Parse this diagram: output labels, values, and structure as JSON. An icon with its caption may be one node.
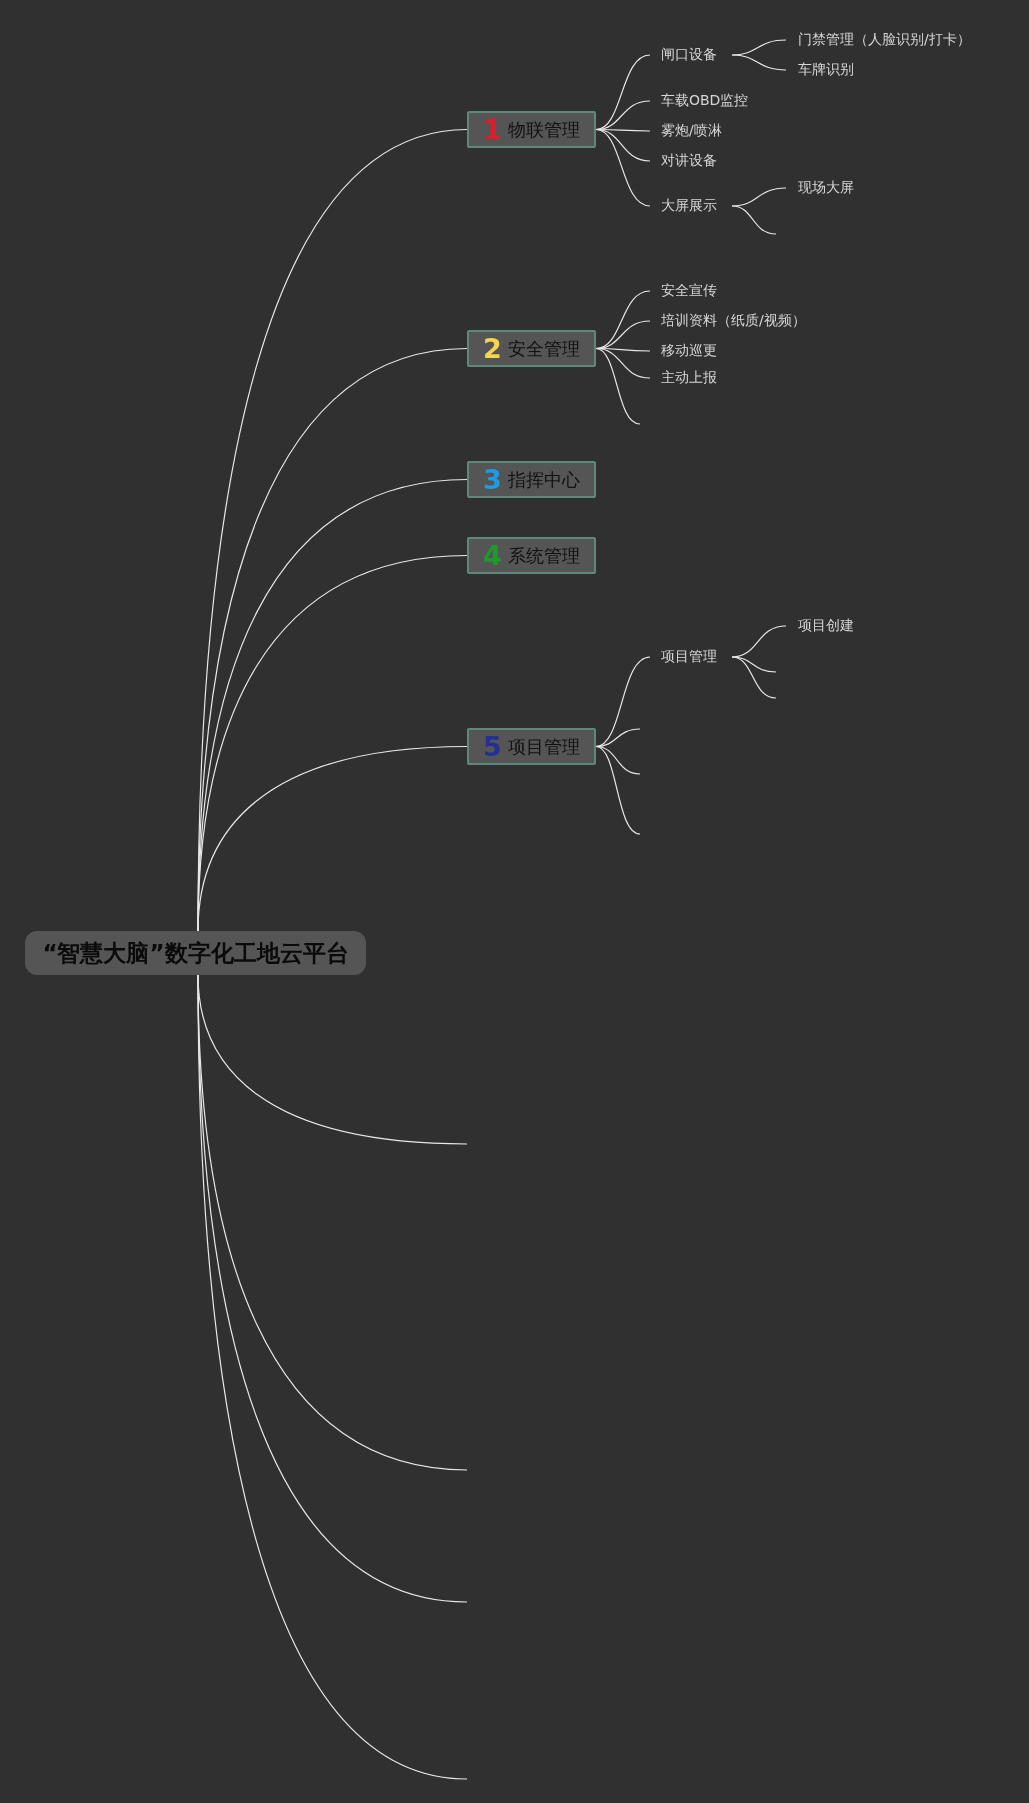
{
  "diagram": {
    "nodes": [
      {
        "text": [
          "“智慧大脑”数字化工地云平台"
        ]
      },
      {
        "text": [
          "1",
          "物联管理"
        ]
      },
      {
        "text": [
          "闸口设备"
        ]
      },
      {
        "text": [
          "门禁管理（人脸识别/打卡）"
        ]
      },
      {
        "text": [
          "车牌识别"
        ]
      },
      {
        "text": [
          "车载OBD监控"
        ]
      },
      {
        "text": [
          "雾炮/喷淋"
        ]
      },
      {
        "text": [
          "对讲设备"
        ]
      },
      {
        "text": [
          "大屏展示"
        ]
      },
      {
        "text": [
          "现场大屏"
        ]
      },
      {
        "text": [
          "2",
          "安全管理"
        ]
      },
      {
        "text": [
          "安全宣传"
        ]
      },
      {
        "text": [
          "培训资料（纸质/视频）"
        ]
      },
      {
        "text": [
          "移动巡更"
        ]
      },
      {
        "text": [
          "主动上报"
        ]
      },
      {
        "text": [
          "3",
          "指挥中心"
        ]
      },
      {
        "text": [
          "4",
          "系统管理"
        ]
      },
      {
        "text": [
          "5",
          "项目管理"
        ]
      },
      {
        "text": [
          "项目管理"
        ]
      },
      {
        "text": [
          "项目创建"
        ]
      }
    ],
    "edges": [
      {
        "from": 0,
        "to": 1,
        "arrow": "none"
      },
      {
        "from": 0,
        "to": 10,
        "arrow": "none"
      },
      {
        "from": 0,
        "to": 15,
        "arrow": "none"
      },
      {
        "from": 0,
        "to": 16,
        "arrow": "none"
      },
      {
        "from": 0,
        "to": 17,
        "arrow": "none"
      },
      {
        "from": 0,
        "to": null,
        "arrow": "none"
      },
      {
        "from": 0,
        "to": null,
        "arrow": "none"
      },
      {
        "from": 0,
        "to": null,
        "arrow": "none"
      },
      {
        "from": 0,
        "to": null,
        "arrow": "none"
      },
      {
        "from": 1,
        "to": 2,
        "arrow": "none"
      },
      {
        "from": 1,
        "to": 5,
        "arrow": "none"
      },
      {
        "from": 1,
        "to": 6,
        "arrow": "none"
      },
      {
        "from": 1,
        "to": 7,
        "arrow": "none"
      },
      {
        "from": 1,
        "to": 8,
        "arrow": "none"
      },
      {
        "from": 2,
        "to": 3,
        "arrow": "none"
      },
      {
        "from": 2,
        "to": 4,
        "arrow": "none"
      },
      {
        "from": 8,
        "to": 9,
        "arrow": "none"
      },
      {
        "from": 8,
        "to": null,
        "arrow": "none"
      },
      {
        "from": 10,
        "to": 11,
        "arrow": "none"
      },
      {
        "from": 10,
        "to": 12,
        "arrow": "none"
      },
      {
        "from": 10,
        "to": 13,
        "arrow": "none"
      },
      {
        "from": 10,
        "to": 14,
        "arrow": "none"
      },
      {
        "from": 10,
        "to": null,
        "arrow": "none"
      },
      {
        "from": 17,
        "to": 18,
        "arrow": "none"
      },
      {
        "from": 17,
        "to": null,
        "arrow": "none"
      },
      {
        "from": 17,
        "to": null,
        "arrow": "none"
      },
      {
        "from": 17,
        "to": null,
        "arrow": "none"
      },
      {
        "from": 18,
        "to": 19,
        "arrow": "none"
      },
      {
        "from": 18,
        "to": null,
        "arrow": "none"
      },
      {
        "from": 18,
        "to": null,
        "arrow": "none"
      }
    ]
  }
}
